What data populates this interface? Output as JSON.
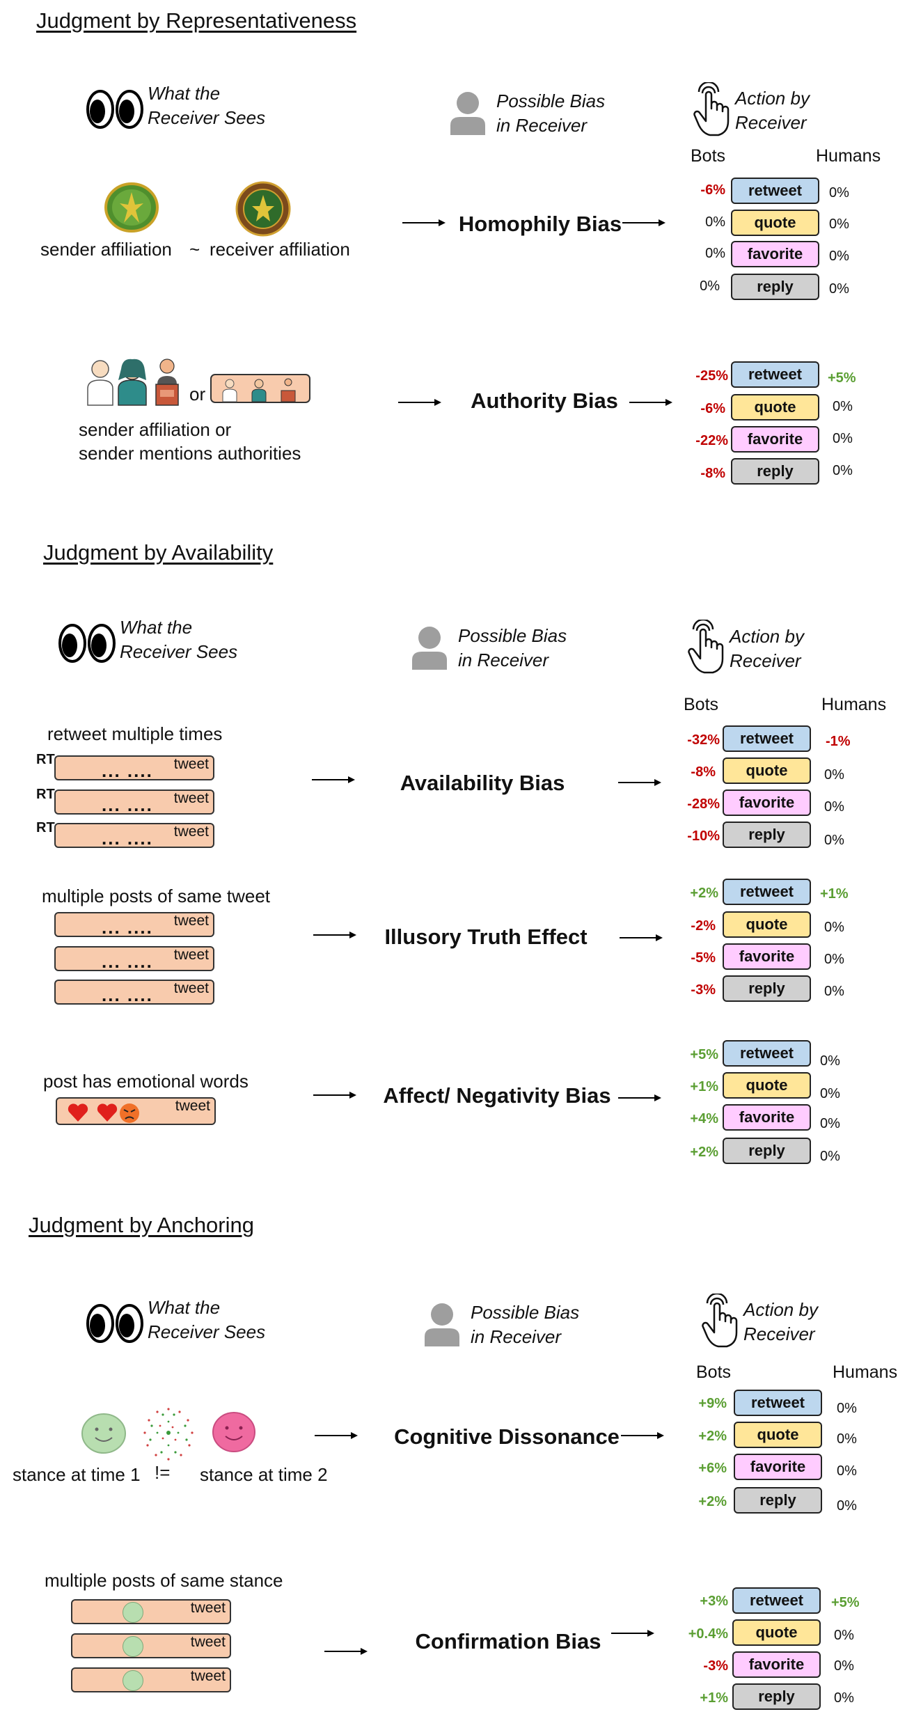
{
  "sections": {
    "representativeness": "Judgment by Representativeness",
    "availability": "Judgment by Availability",
    "anchoring": "Judgment by Anchoring"
  },
  "headers": {
    "what_sees": "What the\nReceiver Sees",
    "possible_bias": "Possible Bias\nin Receiver",
    "action": "Action by\nReceiver",
    "bots": "Bots",
    "humans": "Humans"
  },
  "actions": [
    "retweet",
    "quote",
    "favorite",
    "reply"
  ],
  "tweet_label": "tweet",
  "rt_label": "RT",
  "dots": "...  ....",
  "colors": {
    "negative": "#c00000",
    "positive": "#5a9e32",
    "retweet": "#bdd7ee",
    "quote": "#ffe699",
    "favorite": "#ffccff",
    "reply": "#d0d0d0",
    "tweet": "#f8cbad"
  },
  "rows": [
    {
      "bias": "Homophily Bias",
      "evidence": {
        "left": "sender affiliation",
        "sep": "~",
        "right": "receiver affiliation"
      },
      "bots": [
        "-6%",
        "0%",
        "0%",
        "0%"
      ],
      "humans": [
        "0%",
        "0%",
        "0%",
        "0%"
      ]
    },
    {
      "bias": "Authority Bias",
      "evidence": {
        "or": "or",
        "line1": "sender affiliation or",
        "line2": "sender mentions authorities"
      },
      "bots": [
        "-25%",
        "-6%",
        "-22%",
        "-8%"
      ],
      "humans": [
        "+5%",
        "0%",
        "0%",
        "0%"
      ]
    },
    {
      "bias": "Availability Bias",
      "evidence": {
        "text": "retweet multiple times"
      },
      "bots": [
        "-32%",
        "-8%",
        "-28%",
        "-10%"
      ],
      "humans": [
        "-1%",
        "0%",
        "0%",
        "0%"
      ]
    },
    {
      "bias": "Illusory Truth Effect",
      "evidence": {
        "text": "multiple posts of same tweet"
      },
      "bots": [
        "+2%",
        "-2%",
        "-5%",
        "-3%"
      ],
      "humans": [
        "+1%",
        "0%",
        "0%",
        "0%"
      ]
    },
    {
      "bias": "Affect/ Negativity Bias",
      "evidence": {
        "text": "post has emotional words"
      },
      "bots": [
        "+5%",
        "+1%",
        "+4%",
        "+2%"
      ],
      "humans": [
        "0%",
        "0%",
        "0%",
        "0%"
      ]
    },
    {
      "bias": "Cognitive Dissonance",
      "evidence": {
        "left": "stance at time 1",
        "sep": "!=",
        "right": "stance at time 2"
      },
      "bots": [
        "+9%",
        "+2%",
        "+6%",
        "+2%"
      ],
      "humans": [
        "0%",
        "0%",
        "0%",
        "0%"
      ]
    },
    {
      "bias": "Confirmation Bias",
      "evidence": {
        "text": "multiple posts of same stance"
      },
      "bots": [
        "+3%",
        "+0.4%",
        "-3%",
        "+1%"
      ],
      "humans": [
        "+5%",
        "0%",
        "0%",
        "0%"
      ]
    }
  ]
}
